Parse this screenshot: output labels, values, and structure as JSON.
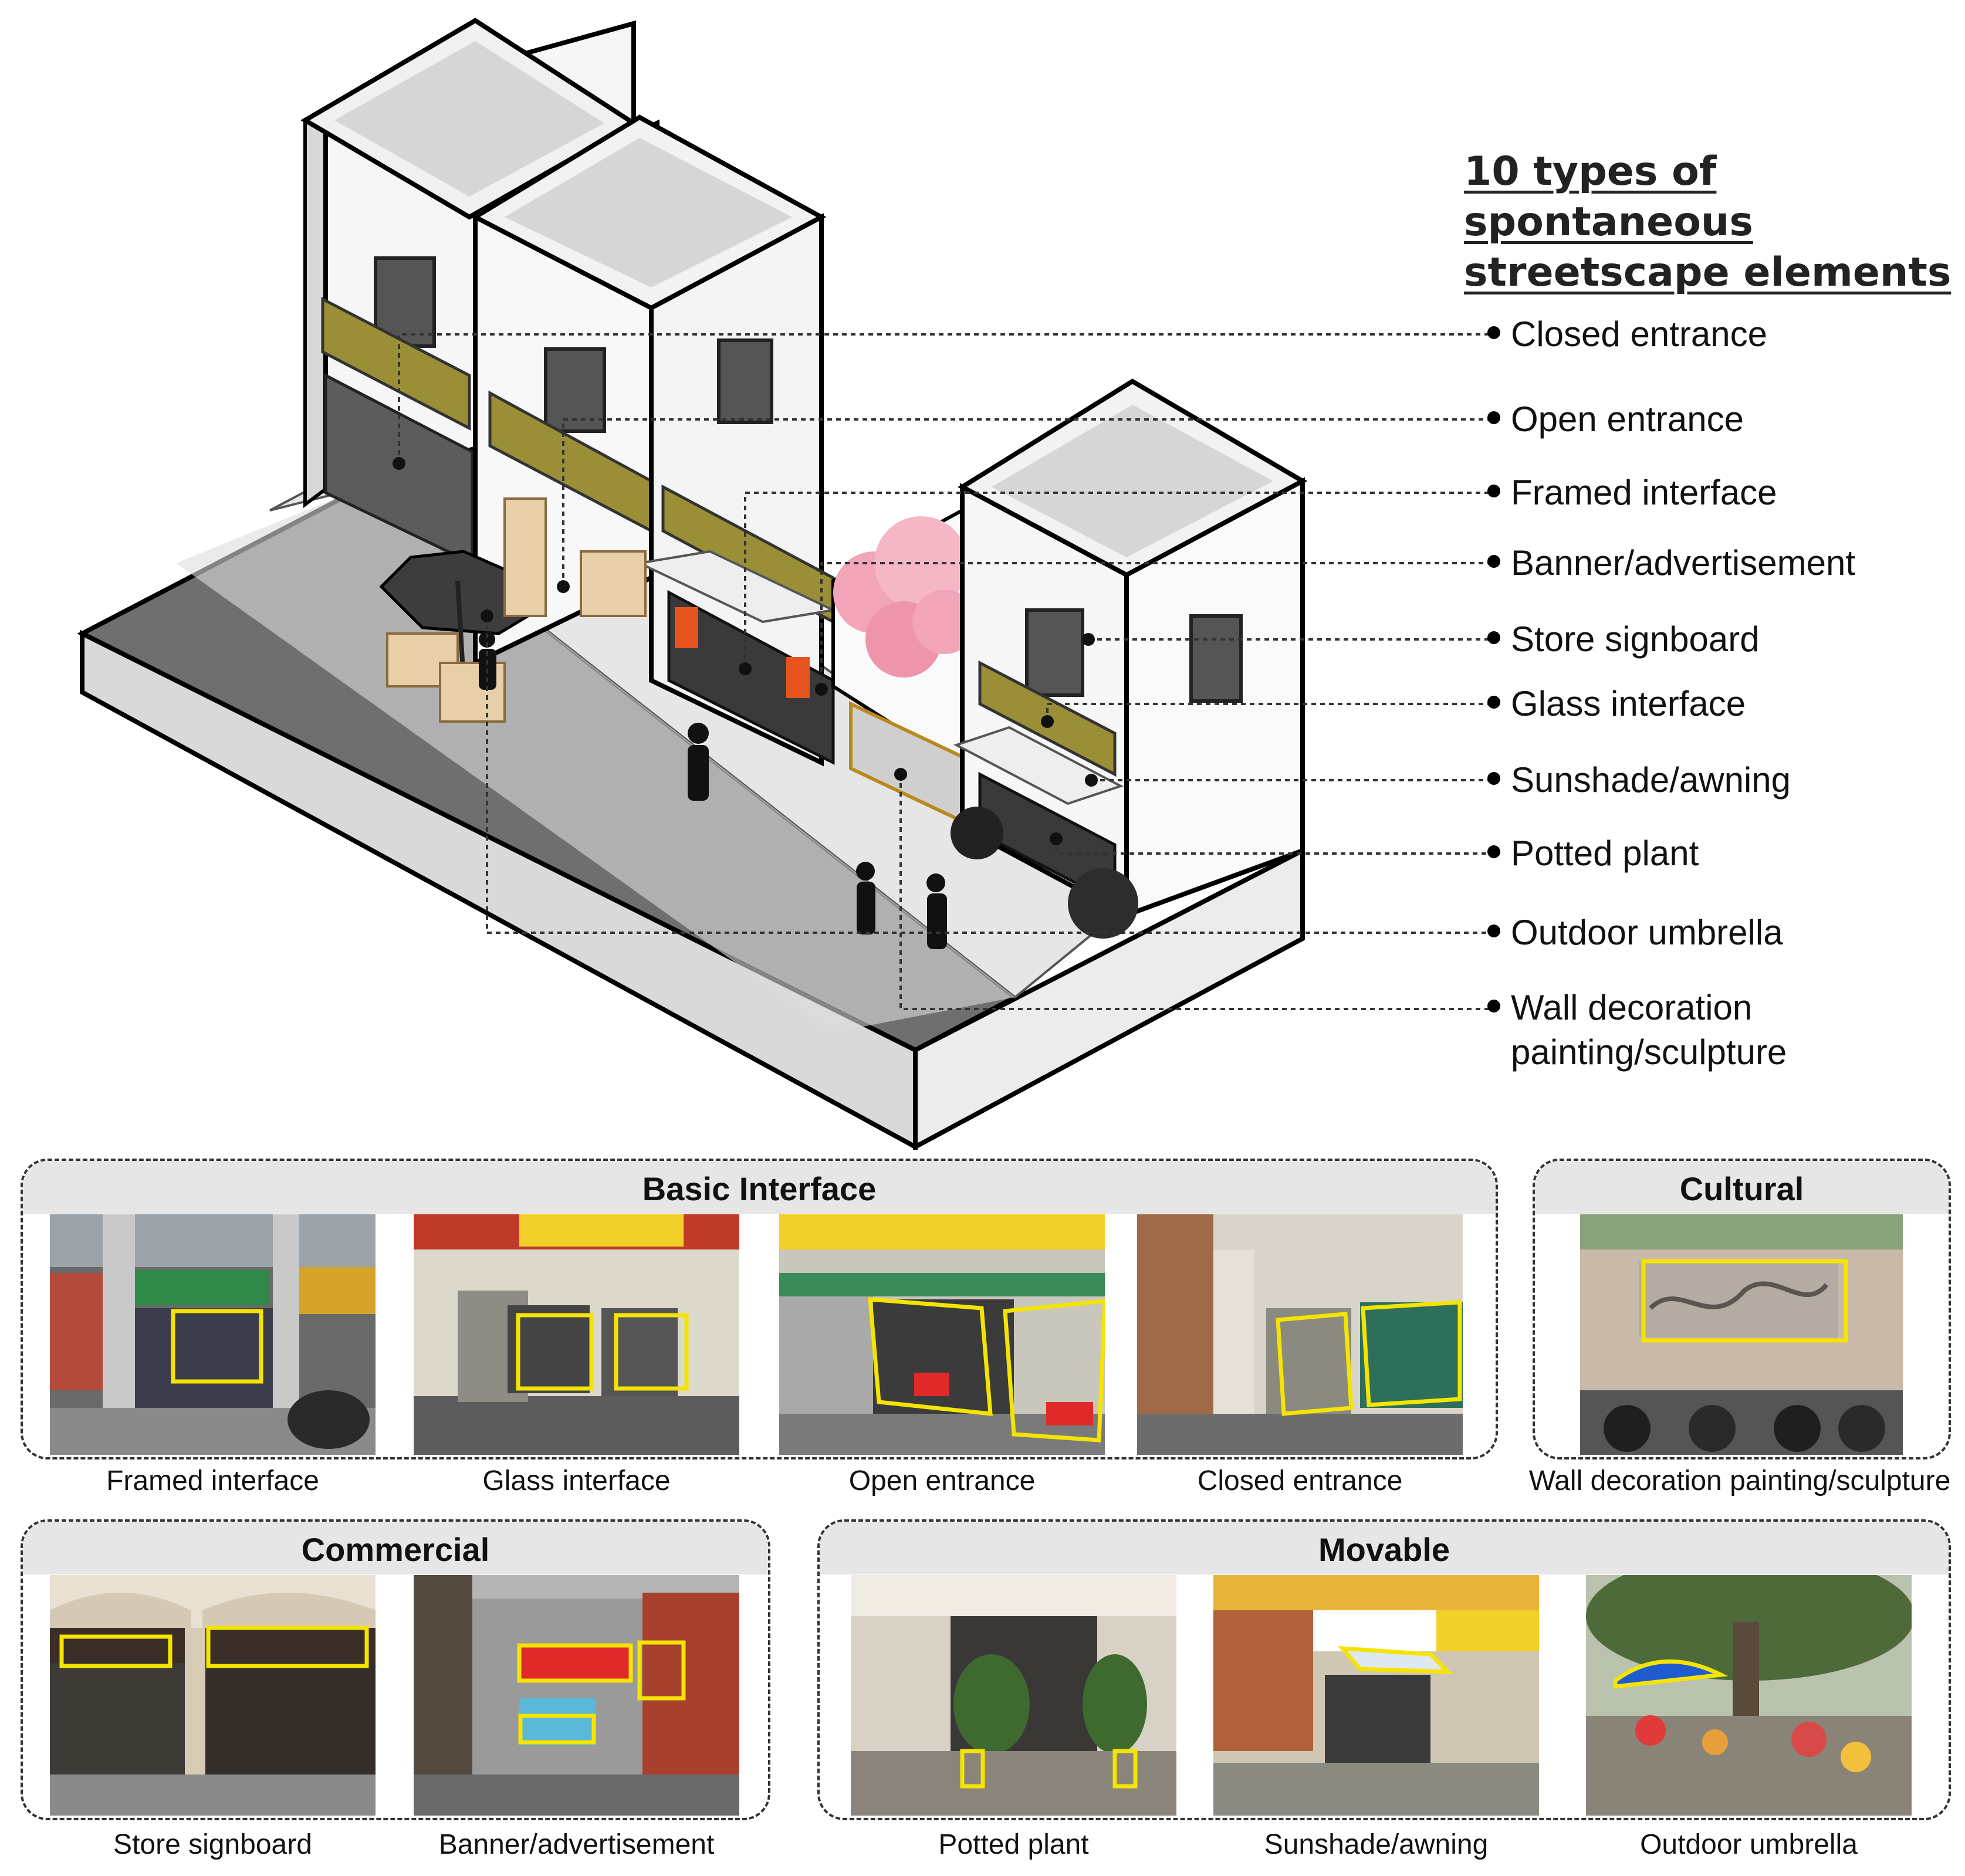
{
  "title_line1": "10 types of spontaneous",
  "title_line2": "streetscape elements",
  "legend": [
    "Closed entrance",
    "Open entrance",
    "Framed interface",
    "Banner/advertisement",
    "Store signboard",
    "Glass interface",
    "Sunshade/awning",
    "Potted plant",
    "Outdoor umbrella",
    "Wall decoration\npainting/sculpture"
  ],
  "groups": {
    "basic": "Basic Interface",
    "cultural": "Cultural",
    "commercial": "Commercial",
    "movable": "Movable"
  },
  "captions": {
    "framed": "Framed interface",
    "glass": "Glass interface",
    "open": "Open entrance",
    "closed": "Closed entrance",
    "wall": "Wall decoration painting/sculpture",
    "signboard": "Store signboard",
    "banner": "Banner/advertisement",
    "plant": "Potted plant",
    "awning": "Sunshade/awning",
    "umbrella": "Outdoor umbrella"
  },
  "colors": {
    "highlight": "#f5e400",
    "road": "#6e6e6e",
    "wall": "#f4f4f4",
    "signboard": "#9a8f36",
    "blossom": "#f2a5b8",
    "group_header": "#e6e6e6"
  }
}
